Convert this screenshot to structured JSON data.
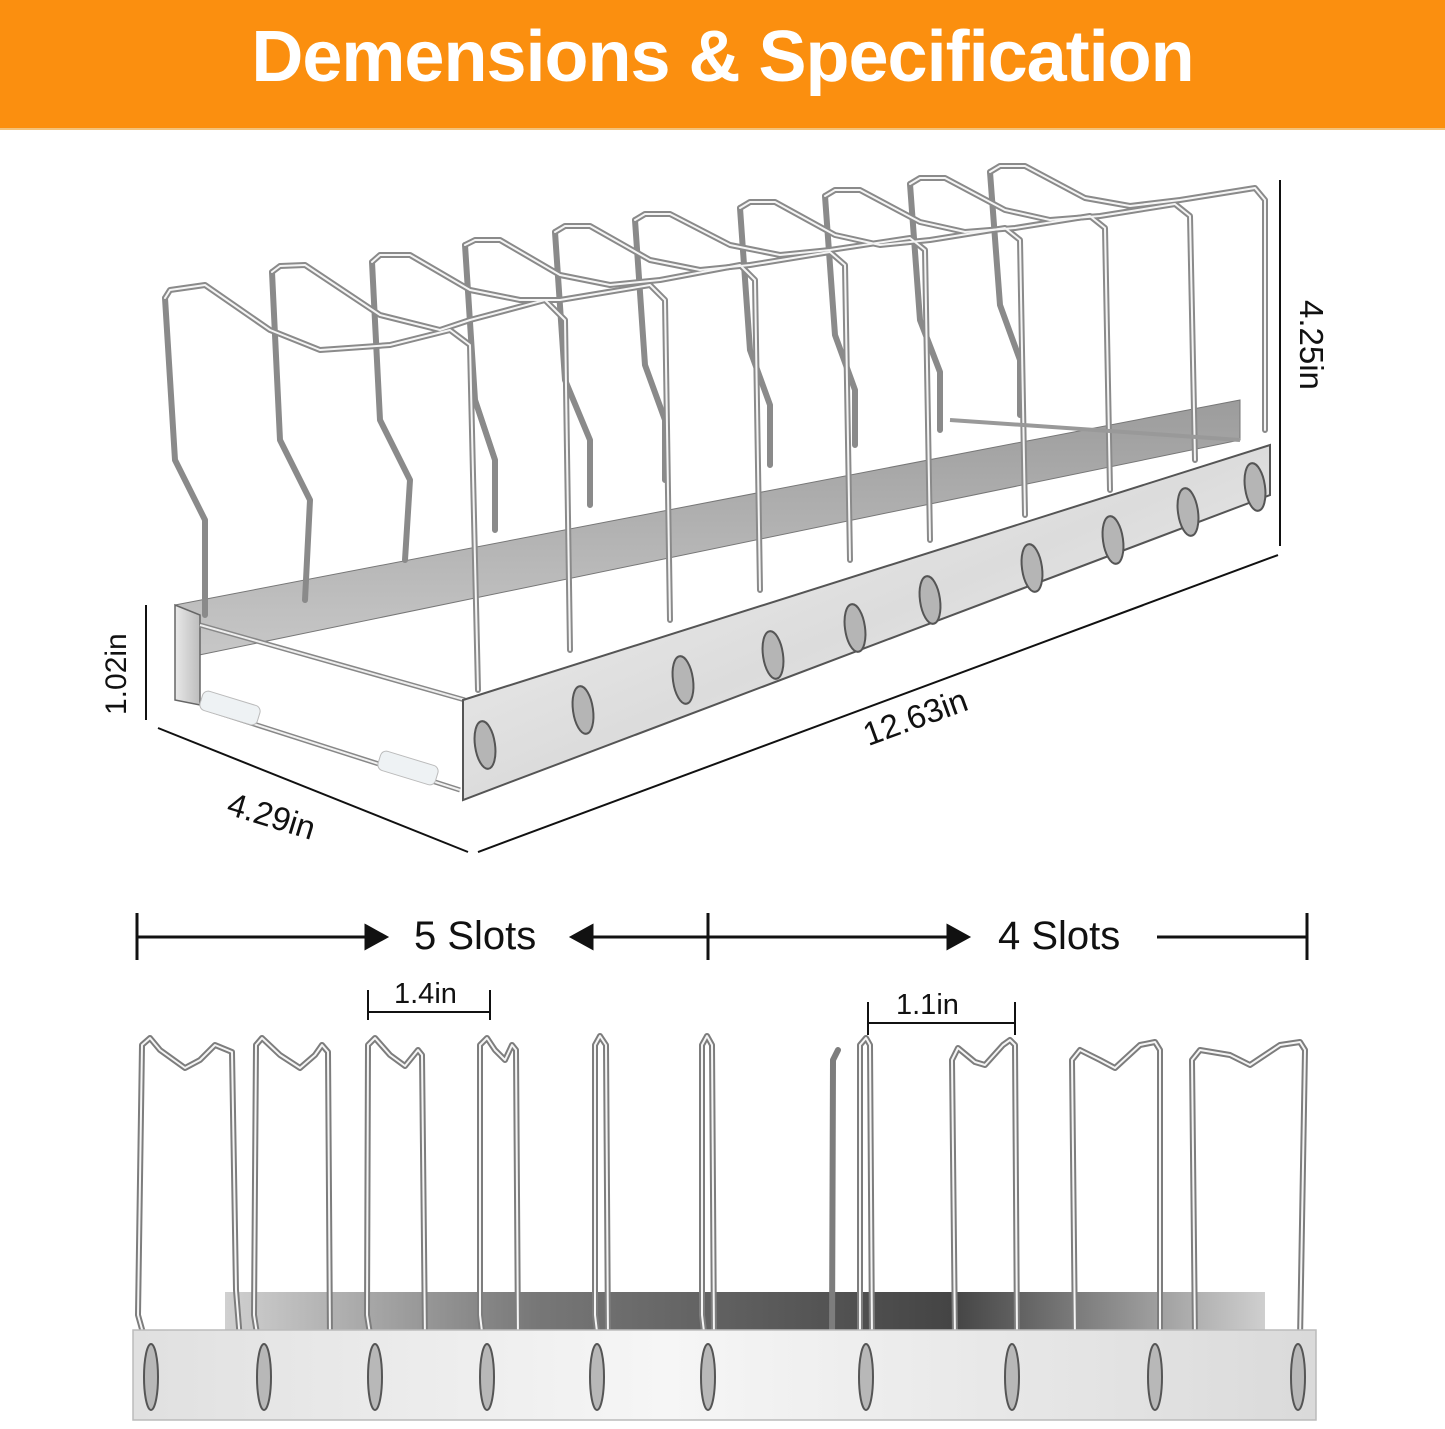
{
  "header": {
    "title": "Demensions & Specification",
    "background_color": "#fb8f0f",
    "text_color": "#ffffff"
  },
  "isometric_view": {
    "dimensions": {
      "height": "4.25in",
      "side_height": "1.02in",
      "width": "4.29in",
      "length": "12.63in"
    },
    "divider_count": 10
  },
  "slot_bar": {
    "left_section": "5 Slots",
    "right_section": "4 Slots"
  },
  "front_view": {
    "spacing_left": "1.4in",
    "spacing_right": "1.1in",
    "divider_count": 10
  }
}
